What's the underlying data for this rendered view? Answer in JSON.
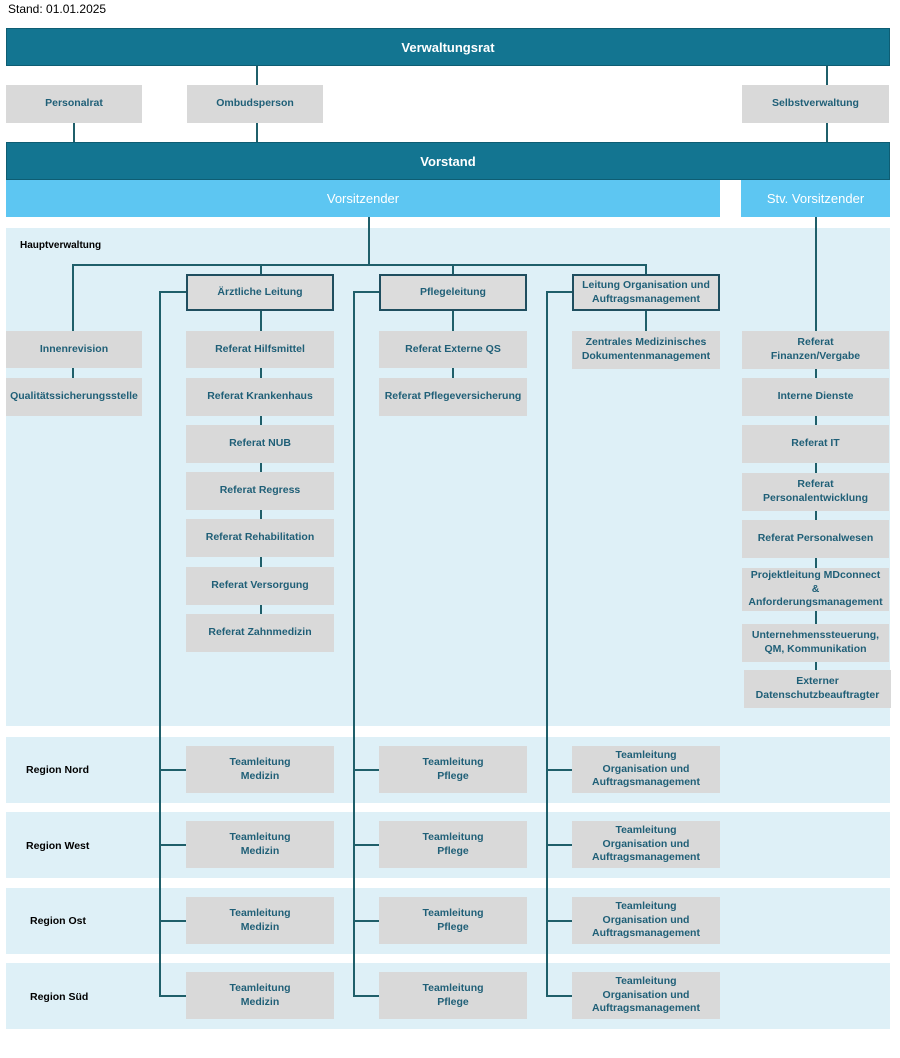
{
  "stand": "Stand: 01.01.2025",
  "verwaltungsrat": "Verwaltungsrat",
  "personalrat": "Personalrat",
  "ombudsperson": "Ombudsperson",
  "selbstverwaltung": "Selbstverwaltung",
  "vorstand": "Vorstand",
  "vorsitzender": "Vorsitzender",
  "stv_vorsitzender": "Stv. Vorsitzender",
  "hauptverwaltung": "Hauptverwaltung",
  "innenrevision": "Innenrevision",
  "qualitaetssicherung": "Qualitätssicherungsstelle",
  "aerztliche_leitung": {
    "title": "Ärztliche Leitung",
    "items": [
      "Referat Hilfsmittel",
      "Referat Krankenhaus",
      "Referat NUB",
      "Referat Regress",
      "Referat Rehabilitation",
      "Referat Versorgung",
      "Referat Zahnmedizin"
    ]
  },
  "pflegeleitung": {
    "title": "Pflegeleitung",
    "items": [
      "Referat Externe QS",
      "Referat Pflegeversicherung"
    ]
  },
  "leitung_org": {
    "title": "Leitung Organisation und\nAuftragsmanagement",
    "items": [
      "Zentrales Medizinisches\nDokumentenmanagement"
    ]
  },
  "stv_items": [
    "Referat\nFinanzen/Vergabe",
    "Interne Dienste",
    "Referat IT",
    "Referat Personalentwicklung",
    "Referat Personalwesen",
    "Projektleitung MDconnect &\nAnforderungsmanagement",
    "Unternehmenssteuerung,\nQM, Kommunikation",
    "Externer\nDatenschutzbeauftragter"
  ],
  "regions": [
    {
      "name": "Region Nord",
      "medizin": "Teamleitung\nMedizin",
      "pflege": "Teamleitung\nPflege",
      "org": "Teamleitung\nOrganisation und\nAuftragsmanagement"
    },
    {
      "name": "Region West",
      "medizin": "Teamleitung\nMedizin",
      "pflege": "Teamleitung\nPflege",
      "org": "Teamleitung\nOrganisation und\nAuftragsmanagement"
    },
    {
      "name": "Region Ost",
      "medizin": "Teamleitung\nMedizin",
      "pflege": "Teamleitung\nPflege",
      "org": "Teamleitung\nOrganisation und\nAuftragsmanagement"
    },
    {
      "name": "Region Süd",
      "medizin": "Teamleitung\nMedizin",
      "pflege": "Teamleitung\nPflege",
      "org": "Teamleitung\nOrganisation und\nAuftragsmanagement"
    }
  ]
}
